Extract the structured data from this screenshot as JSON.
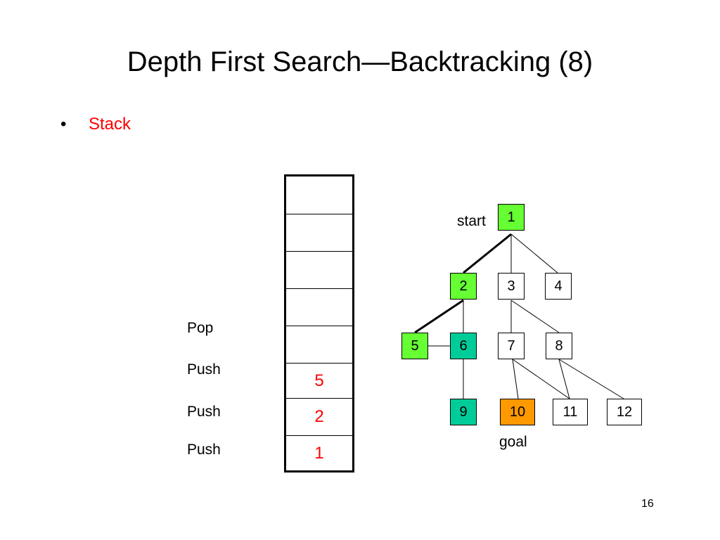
{
  "slide": {
    "title": "Depth First Search—Backtracking (8)",
    "bullet": "Stack",
    "bullet_marker": "•",
    "page_number": "16"
  },
  "stack": {
    "cells": [
      "",
      "",
      "",
      "",
      "",
      "5",
      "2",
      "1"
    ],
    "ops": [
      "Pop",
      "Push",
      "Push",
      "Push"
    ]
  },
  "tree": {
    "nodes": [
      {
        "id": "1",
        "color": "#66ff33"
      },
      {
        "id": "2",
        "color": "#66ff33"
      },
      {
        "id": "3",
        "color": "#ffffff"
      },
      {
        "id": "4",
        "color": "#ffffff"
      },
      {
        "id": "5",
        "color": "#66ff33"
      },
      {
        "id": "6",
        "color": "#00cc99"
      },
      {
        "id": "7",
        "color": "#ffffff"
      },
      {
        "id": "8",
        "color": "#ffffff"
      },
      {
        "id": "9",
        "color": "#00cc99"
      },
      {
        "id": "10",
        "color": "#ff9900"
      },
      {
        "id": "11",
        "color": "#ffffff"
      },
      {
        "id": "12",
        "color": "#ffffff"
      }
    ],
    "start_label": "start",
    "goal_label": "goal"
  },
  "colors": {
    "visited": "#66ff33",
    "backtracked": "#00cc99",
    "goal": "#ff9900",
    "stack_text": "#ff0000"
  }
}
